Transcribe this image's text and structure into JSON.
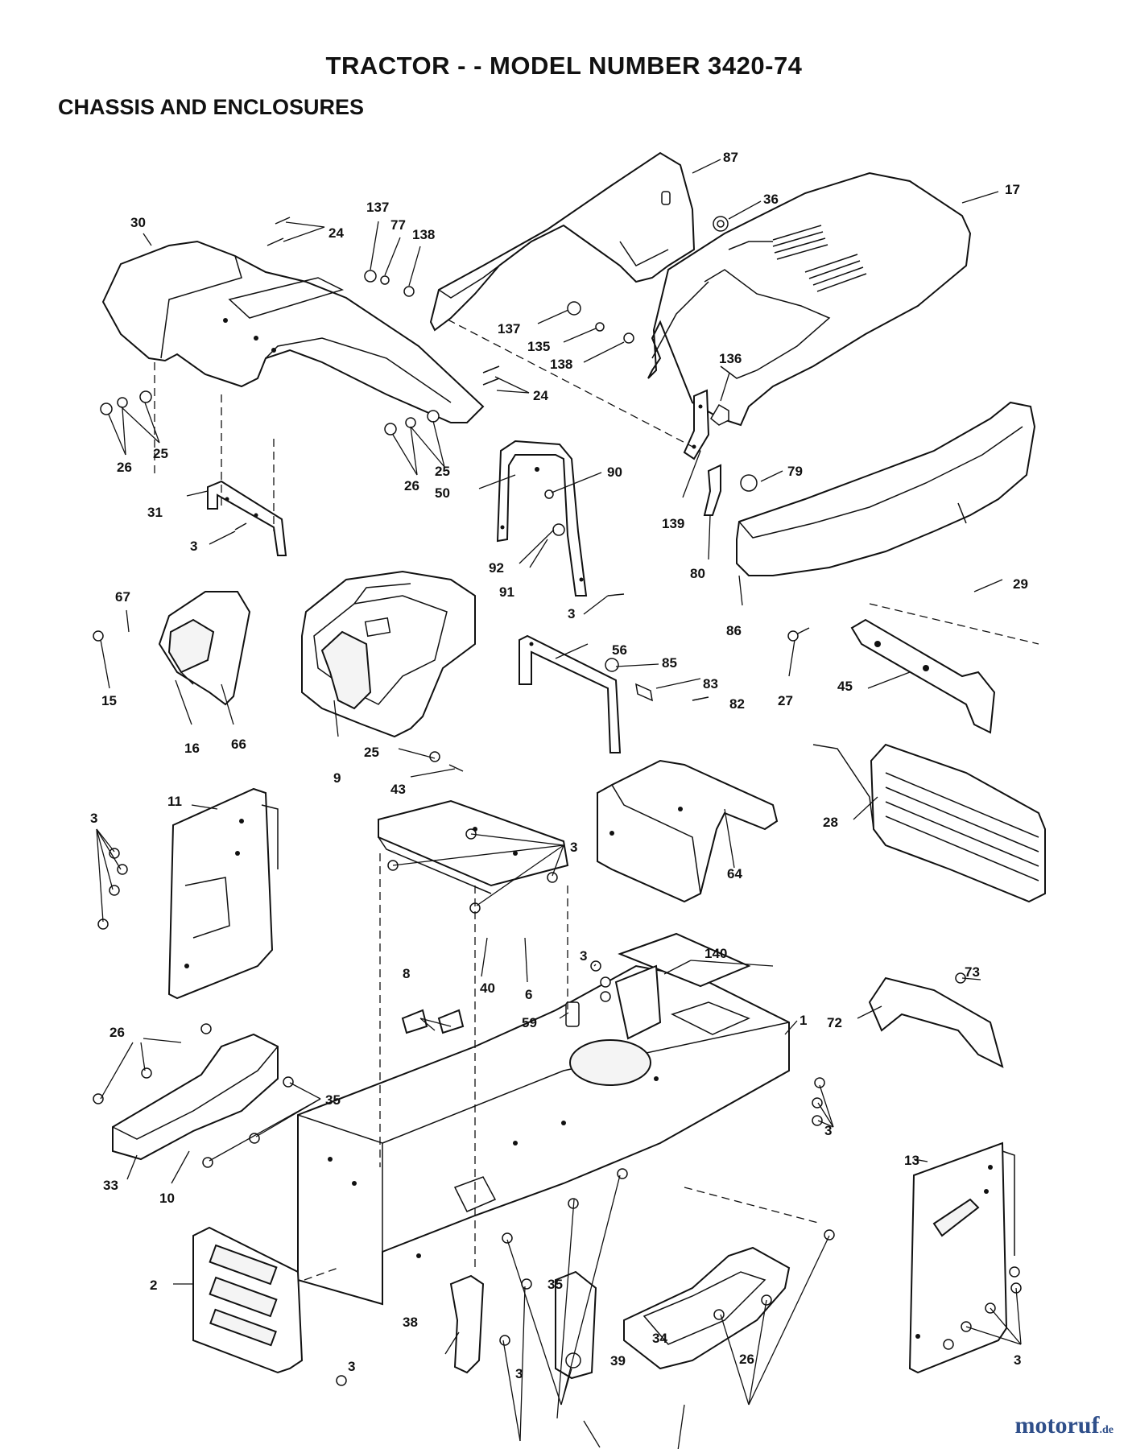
{
  "title": "TRACTOR - - MODEL NUMBER 3420-74",
  "section": "CHASSIS AND ENCLOSURES",
  "watermark": {
    "name": "motoruf",
    "suffix": ".de"
  },
  "callouts": {
    "c30": "30",
    "c24a": "24",
    "c137a": "137",
    "c77": "77",
    "c138a": "138",
    "c87": "87",
    "c36": "36",
    "c17": "17",
    "c137b": "137",
    "c135": "135",
    "c138b": "138",
    "c136": "136",
    "c24b": "24",
    "c26a": "26",
    "c25a": "25",
    "c26b": "26",
    "c25b": "25",
    "c50": "50",
    "c90": "90",
    "c79": "79",
    "c31": "31",
    "c3a": "3",
    "c139": "139",
    "c92": "92",
    "c91": "91",
    "c80": "80",
    "c3b": "3",
    "c86": "86",
    "c67": "67",
    "c29": "29",
    "c56": "56",
    "c85": "85",
    "c83": "83",
    "c82": "82",
    "c15": "15",
    "c27": "27",
    "c45": "45",
    "c16": "16",
    "c66": "66",
    "c9": "9",
    "c25c": "25",
    "c43": "43",
    "c11": "11",
    "c3c": "3",
    "c3d": "3",
    "c64": "64",
    "c28": "28",
    "c40": "40",
    "c6": "6",
    "c3e": "3",
    "c140": "140",
    "c73": "73",
    "c8": "8",
    "c59": "59",
    "c1": "1",
    "c72": "72",
    "c26c": "26",
    "c35a": "35",
    "c3f": "3",
    "c33": "33",
    "c10": "10",
    "c13": "13",
    "c2": "2",
    "c35b": "35",
    "c38": "38",
    "c3g": "3",
    "c3h": "3",
    "c39": "39",
    "c34": "34",
    "c26d": "26",
    "c3i": "3"
  }
}
